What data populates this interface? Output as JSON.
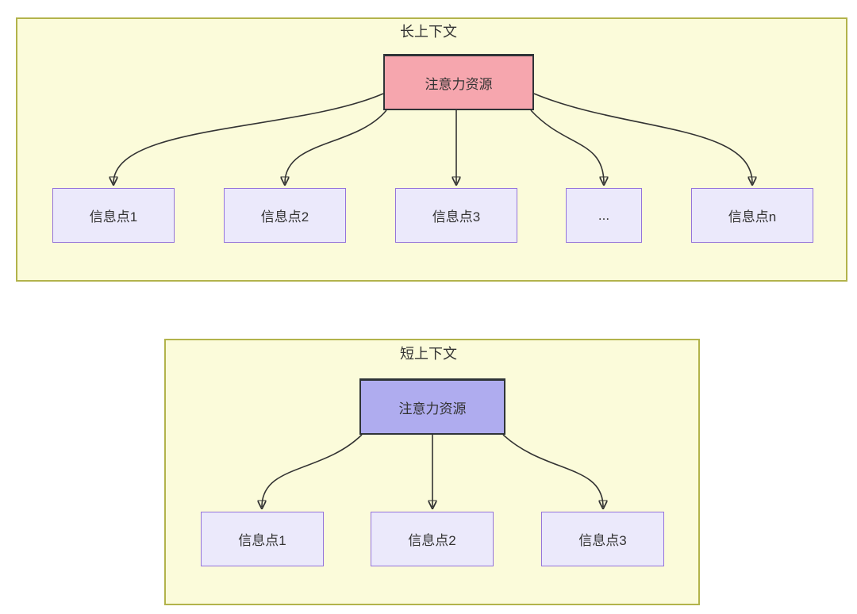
{
  "colors": {
    "container_fill": "#FBFBDA",
    "container_border": "#B2B34B",
    "long_source_fill": "#F6A6AE",
    "short_source_fill": "#AFACEF",
    "source_border": "#2F3437",
    "info_fill": "#EBE9FB",
    "info_border": "#9473DB",
    "text": "#333333",
    "arrow": "#333333"
  },
  "long_context": {
    "title": "长上下文",
    "source_label": "注意力资源",
    "targets": [
      "信息点1",
      "信息点2",
      "信息点3",
      "...",
      "信息点n"
    ]
  },
  "short_context": {
    "title": "短上下文",
    "source_label": "注意力资源",
    "targets": [
      "信息点1",
      "信息点2",
      "信息点3"
    ]
  }
}
